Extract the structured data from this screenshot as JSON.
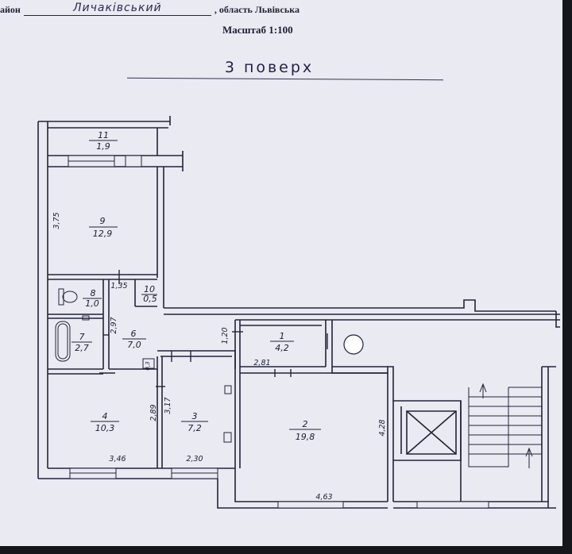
{
  "header": {
    "district_prefix": "айон",
    "district_name": "Личаківський",
    "region": ", область Львівська",
    "scale": "Масштаб 1:100",
    "floor": "3 поверх"
  },
  "plan": {
    "rooms": [
      {
        "id": "room-11",
        "number": "11",
        "area": "1,9"
      },
      {
        "id": "room-9",
        "number": "9",
        "area": "12,9"
      },
      {
        "id": "room-8",
        "number": "8",
        "area": "1,0"
      },
      {
        "id": "room-10",
        "number": "10",
        "area": "0,5"
      },
      {
        "id": "room-7",
        "number": "7",
        "area": "2,7"
      },
      {
        "id": "room-6",
        "number": "6",
        "area": "7,0"
      },
      {
        "id": "room-1",
        "number": "1",
        "area": "4,2"
      },
      {
        "id": "room-4",
        "number": "4",
        "area": "10,3"
      },
      {
        "id": "room-3",
        "number": "3",
        "area": "7,2"
      },
      {
        "id": "room-2",
        "number": "2",
        "area": "19,8"
      }
    ],
    "dimensions": {
      "room9_depth": "3,75",
      "room8_width": "1,35",
      "room6_depth": "2,97",
      "room1_depth": "1,20",
      "room1_width": "2,81",
      "small_niche": "0,3",
      "room4_depth": "2,89",
      "room3_depth": "3,17",
      "room2_depth": "4,28",
      "room4_width": "3,46",
      "room3_width": "2,30",
      "room2_width": "4,63"
    }
  }
}
